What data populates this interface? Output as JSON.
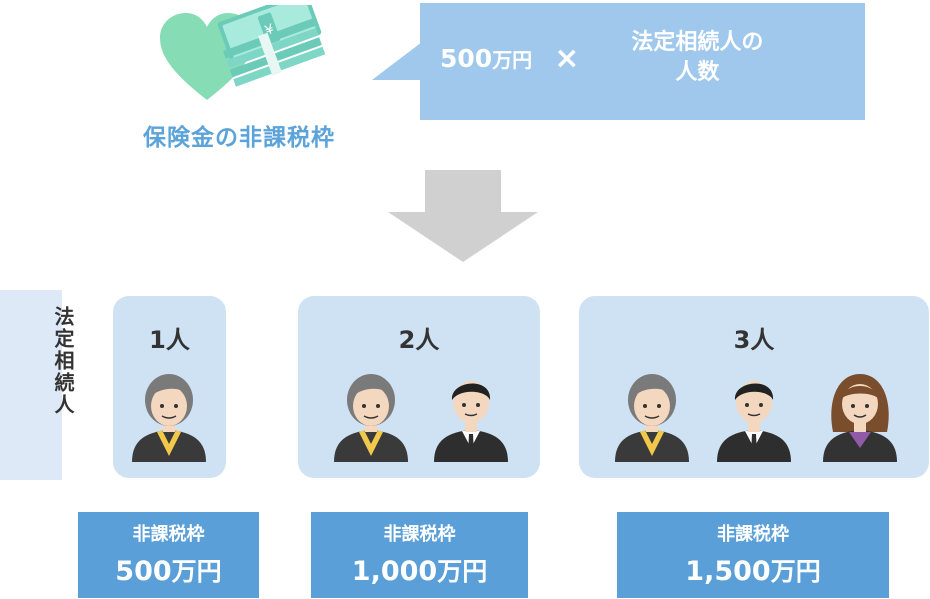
{
  "header": {
    "icon": "heart-money-icon",
    "label": "保険金の非課税枠"
  },
  "formula": {
    "amount": "500",
    "amount_unit": "万円",
    "operator": "×",
    "factor_line1": "法定相続人の",
    "factor_line2": "人数"
  },
  "arrow_icon": "down-arrow-icon",
  "side_label": "法定相続人",
  "groups": [
    {
      "count_label": "1人",
      "people": [
        "woman"
      ],
      "result_label": "非課税枠",
      "result_value": "500",
      "result_unit": "万円"
    },
    {
      "count_label": "2人",
      "people": [
        "woman",
        "man"
      ],
      "result_label": "非課税枠",
      "result_value": "1,000",
      "result_unit": "万円"
    },
    {
      "count_label": "3人",
      "people": [
        "woman",
        "man",
        "woman-2"
      ],
      "result_label": "非課税枠",
      "result_value": "1,500",
      "result_unit": "万円"
    }
  ],
  "colors": {
    "heart": "#86dcb4",
    "money": "#7ed6c6",
    "label_blue": "#5ba3d9",
    "callout": "#9fc8ec",
    "panel": "#cfe2f3",
    "side_panel": "#dde9f6",
    "result": "#5b9fd8",
    "arrow": "#d0d0d0"
  }
}
